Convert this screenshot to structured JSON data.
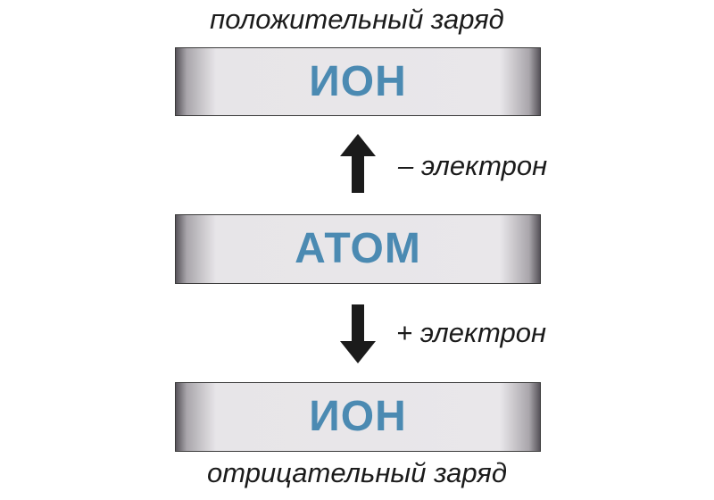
{
  "top_caption": "положительный заряд",
  "bottom_caption": "отрицательный заряд",
  "boxes": {
    "top": "ИОН",
    "middle": "АТОМ",
    "bottom": "ИОН"
  },
  "transitions": {
    "up_label": "– электрон",
    "down_label": "+ электрон"
  },
  "colors": {
    "box_text": "#4b8ab2",
    "arrow": "#1b1b1b"
  }
}
